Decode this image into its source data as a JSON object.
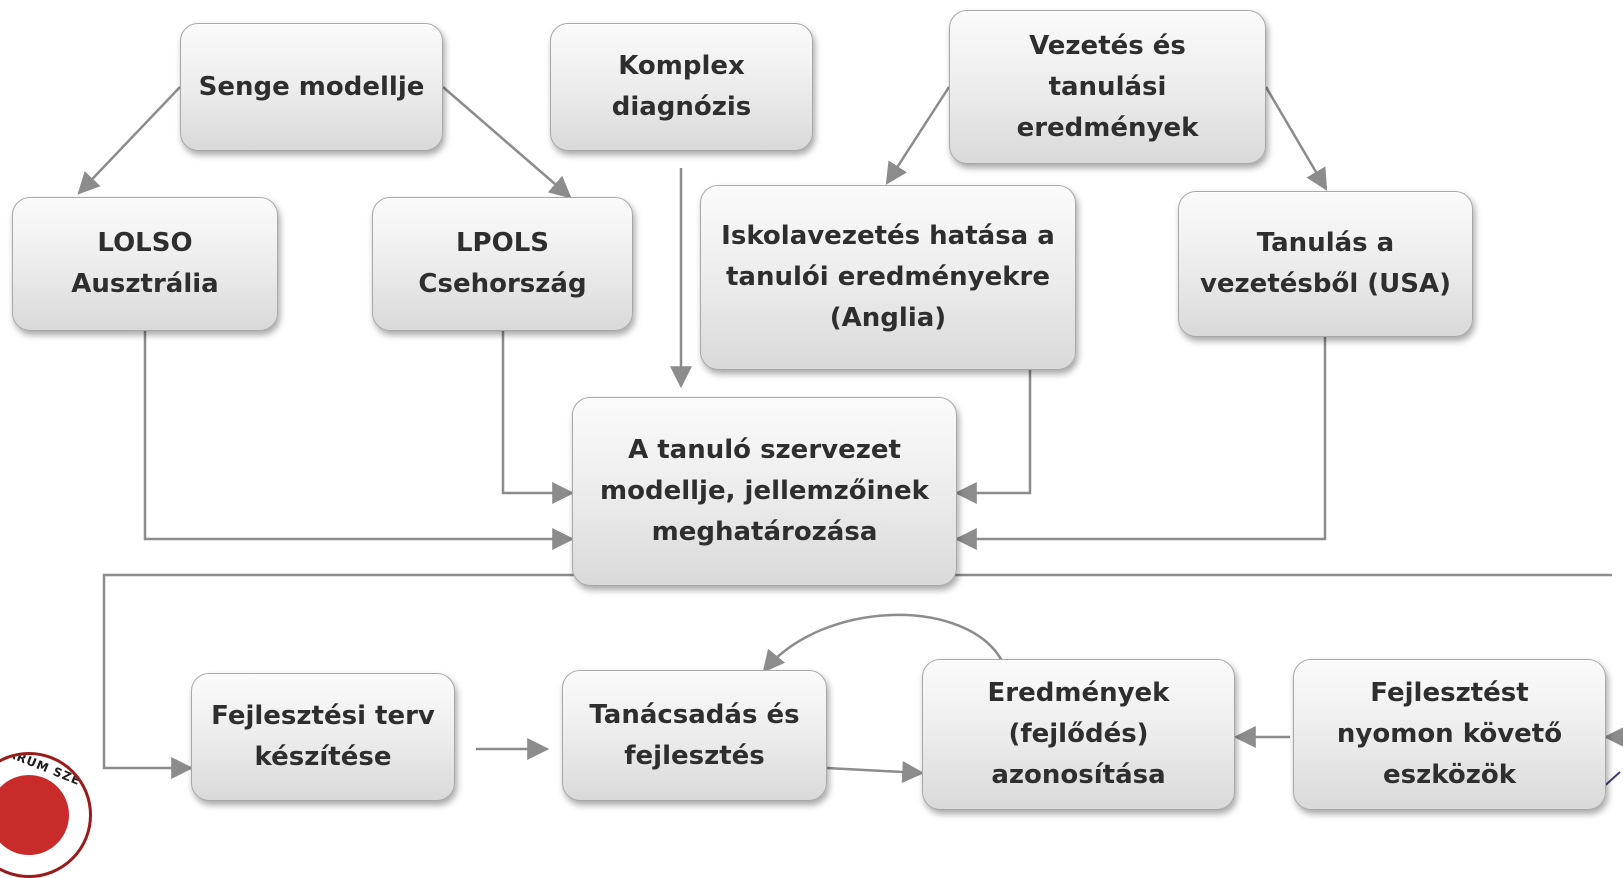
{
  "nodes": {
    "senge": "Senge modellje",
    "komplex": "Komplex\ndiagnózis",
    "vezetes": "Vezetés és\ntanulási\neredmények",
    "lolso": "LOLSO\nAusztrália",
    "lpols": "LPOLS\nCsehország",
    "iskolavezetes": "Iskolavezetés hatása a\ntanulói eredményekre\n(Anglia)",
    "tanulas": "Tanulás a\nvezetésből (USA)",
    "center": "A tanuló szervezet\nmodellje, jellemzőinek\nmeghatározása",
    "fejlesztesi_terv": "Fejlesztési terv\nkészítése",
    "tanacsadas": "Tanácsadás és\nfejlesztés",
    "eredmenyek": "Eredmények\n(fejlődés)\nazonosítása",
    "fejlesztest": "Fejlesztést\nnyomon követő\neszközök"
  },
  "seal": {
    "text": "ARUM SZE"
  },
  "colors": {
    "connector": "#8c8c8c",
    "node_text": "#2e2e2e",
    "seal": "#c92a2a"
  }
}
